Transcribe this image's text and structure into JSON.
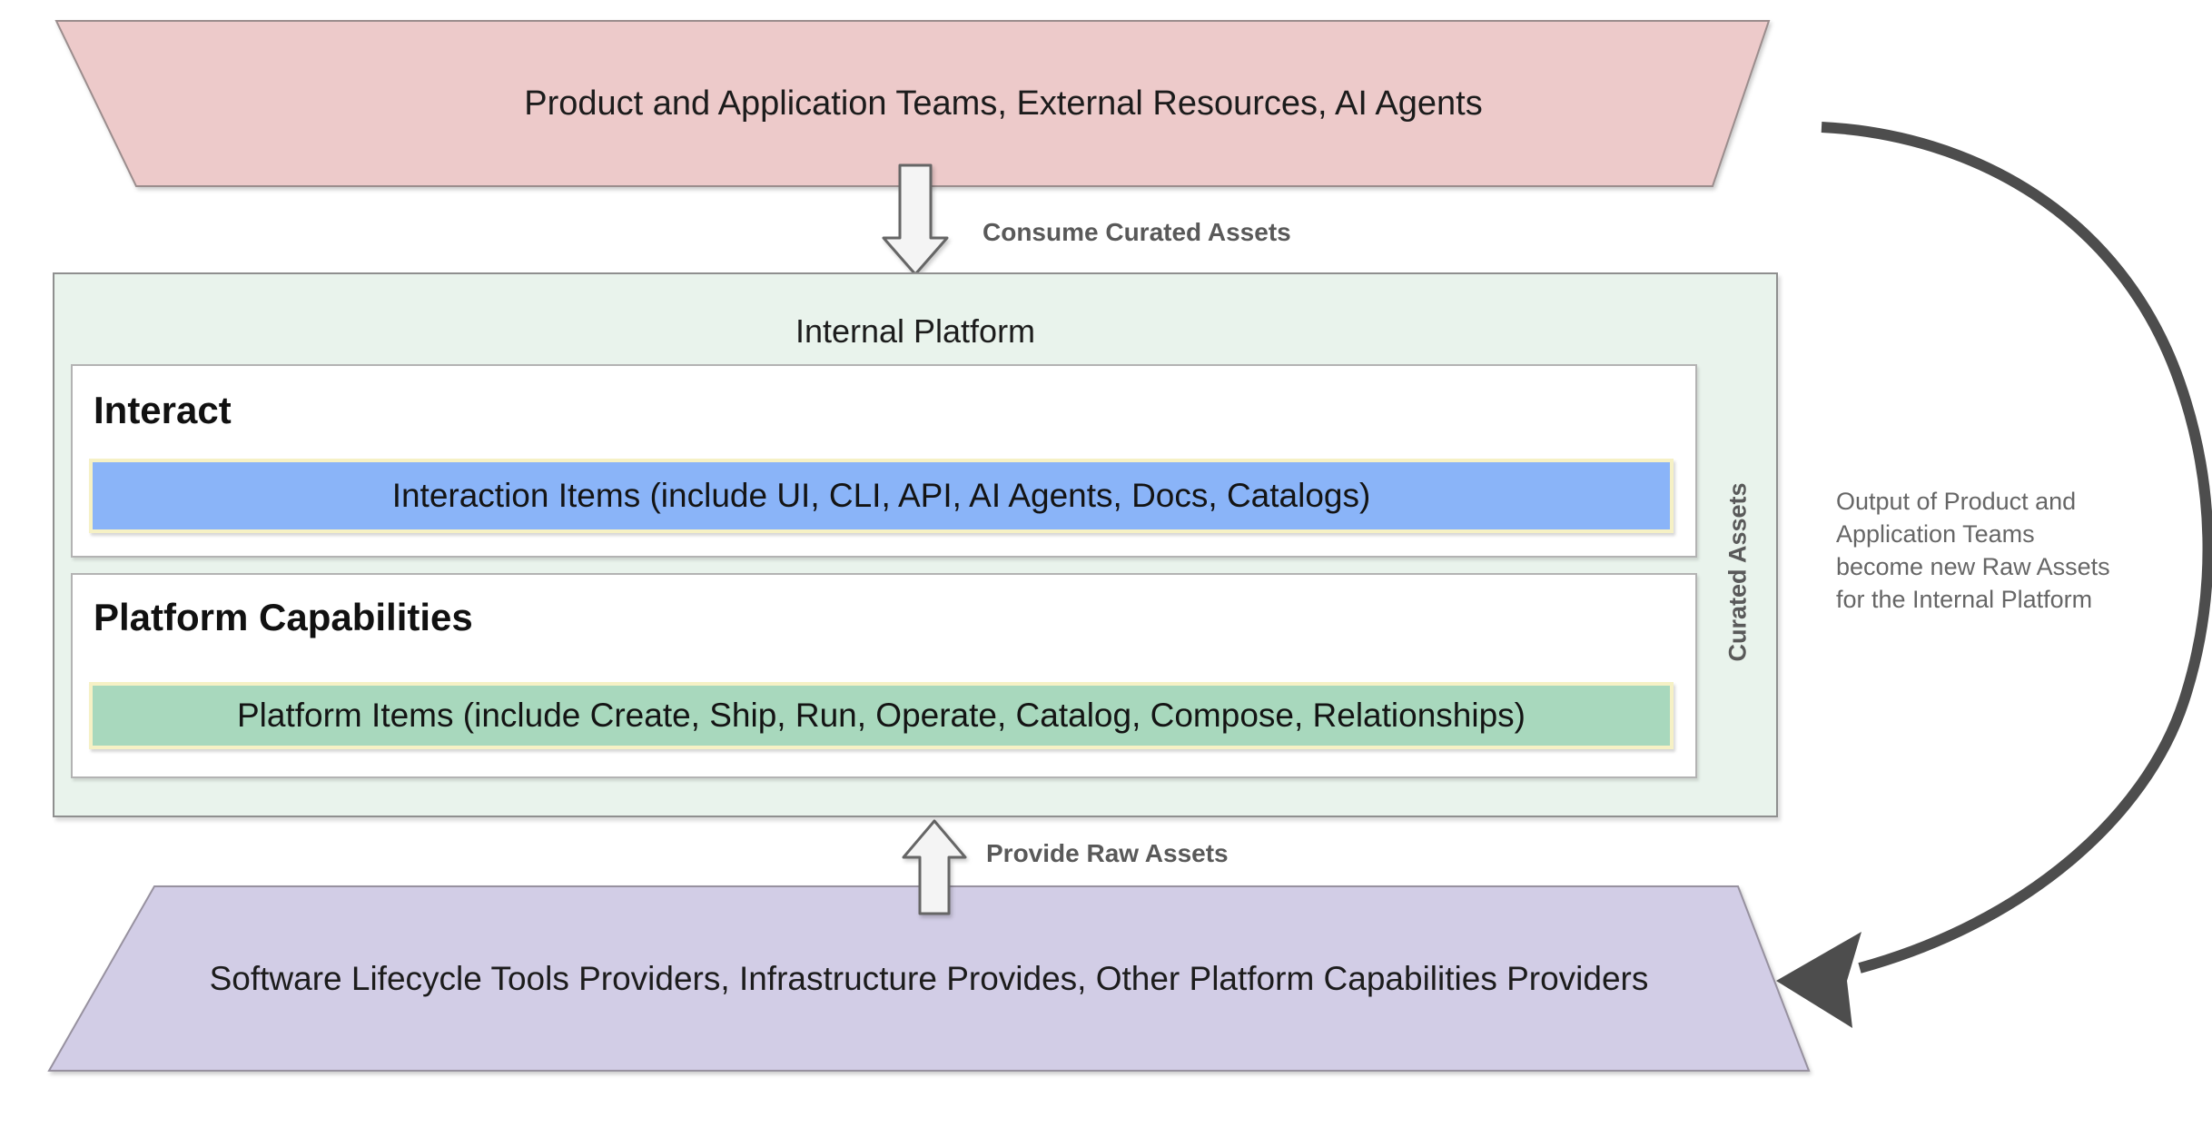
{
  "colors": {
    "top_band_fill": "#edcaca",
    "bottom_band_fill": "#d2cde6",
    "platform_fill": "#e9f3ec",
    "interaction_bar_fill": "#8ab4f8",
    "platform_bar_fill": "#a8d8bd",
    "bar_border": "#f6f1c5",
    "block_arrow_fill": "#f4f4f4",
    "block_arrow_stroke": "#666666",
    "curve_arrow_color": "#4d4d4d",
    "label_gray": "#595959"
  },
  "top_band": {
    "label": "Product and Application Teams, External Resources, AI Agents"
  },
  "flows": {
    "consume_label": "Consume Curated Assets",
    "provide_label": "Provide Raw Assets"
  },
  "platform": {
    "title": "Internal Platform",
    "side_label": "Curated Assets",
    "interact": {
      "heading": "Interact",
      "items_label": "Interaction Items (include UI, CLI, API, AI Agents, Docs, Catalogs)"
    },
    "capabilities": {
      "heading": "Platform Capabilities",
      "items_label": "Platform Items (include Create, Ship, Run, Operate, Catalog, Compose, Relationships)"
    }
  },
  "bottom_band": {
    "label": "Software Lifecycle Tools Providers, Infrastructure Provides, Other Platform Capabilities Providers"
  },
  "annotation": {
    "lines": [
      "Output of Product and",
      "Application Teams",
      "become new Raw Assets",
      "for the Internal Platform"
    ]
  }
}
